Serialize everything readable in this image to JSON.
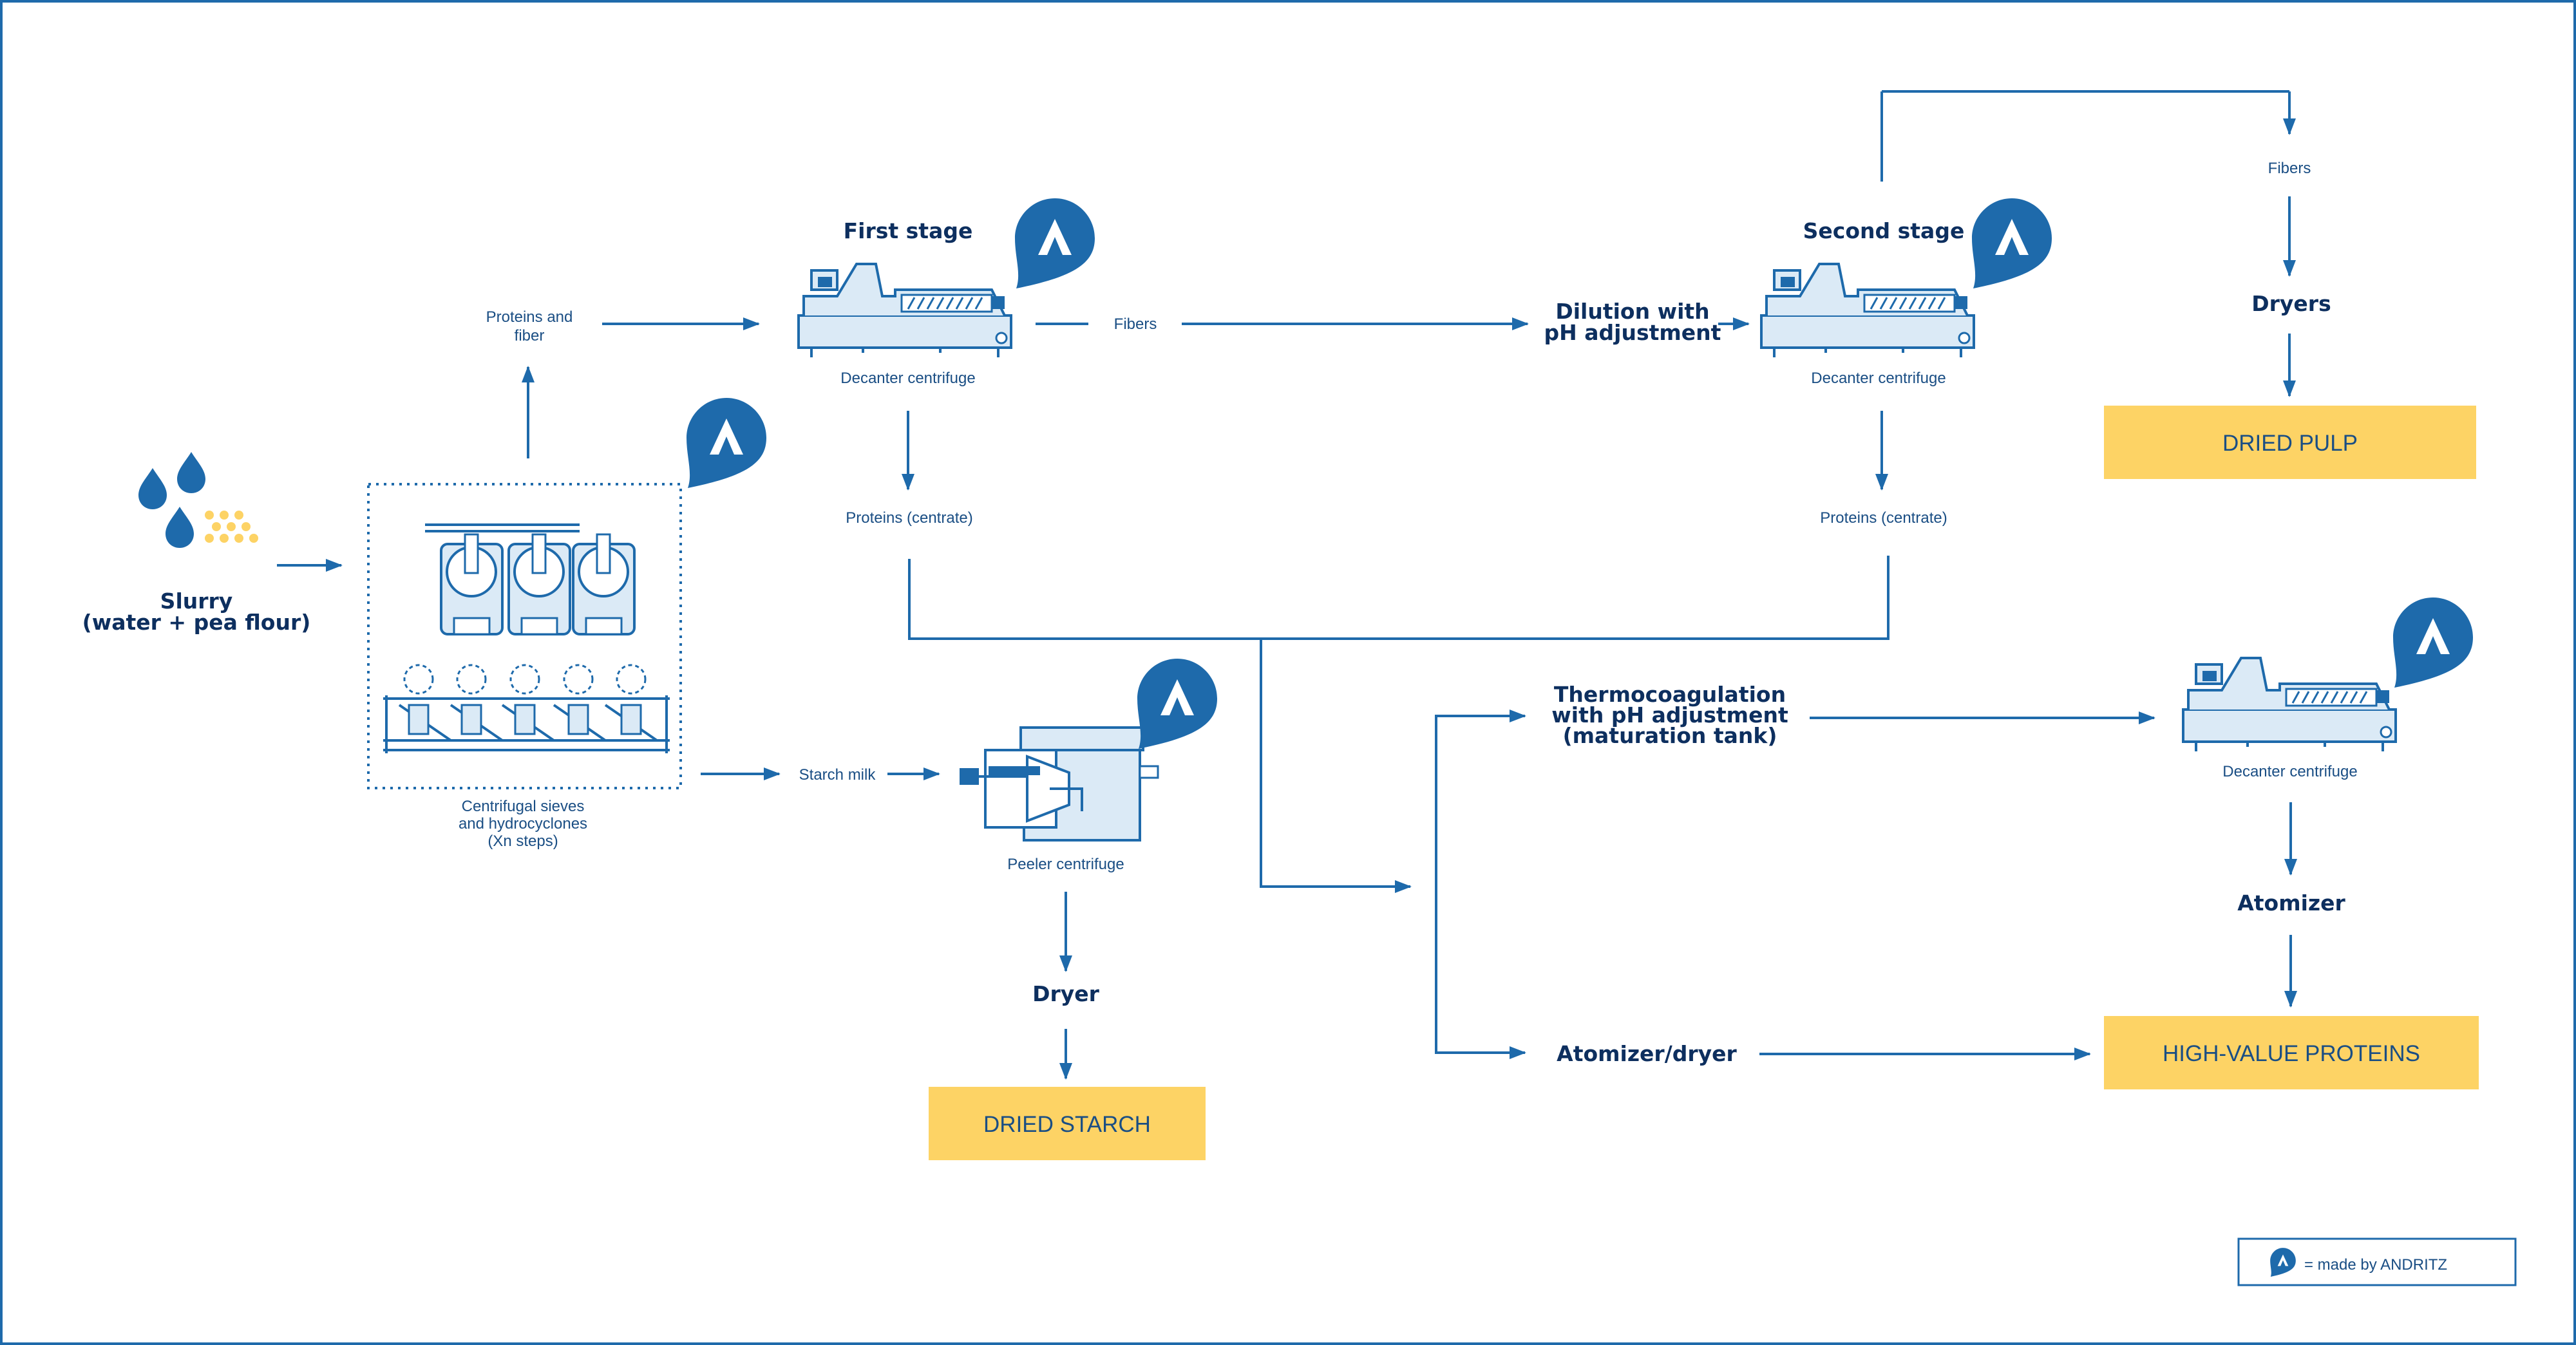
{
  "colors": {
    "line": "#1e6aab",
    "text": "#0d2f5f",
    "label": "#1a4e84",
    "product_box": "#fdd365",
    "equipment_fill": "#dbeaf6",
    "frame": "#1e6aab"
  },
  "icons": {
    "andritz": "andritz-pin-icon"
  },
  "input": {
    "label_line1": "Slurry",
    "label_line2": "(water + pea flour)"
  },
  "sieves": {
    "label_line1": "Centrifugal sieves",
    "label_line2": "and hydrocyclones",
    "label_line3": "(Xn steps)"
  },
  "flows": {
    "proteins_fiber_line1": "Proteins and",
    "proteins_fiber_line2": "fiber",
    "fibers_1": "Fibers",
    "starch_milk": "Starch milk",
    "proteins_centrate_1": "Proteins (centrate)",
    "proteins_centrate_2": "Proteins (centrate)",
    "fibers_2": "Fibers"
  },
  "first_stage": {
    "title": "First stage",
    "equipment": "Decanter centrifuge"
  },
  "second_stage": {
    "title": "Second stage",
    "equipment": "Decanter centrifuge"
  },
  "dilution": {
    "line1": "Dilution with",
    "line2": "pH adjustment"
  },
  "peeler": {
    "equipment": "Peeler centrifuge",
    "step": "Dryer",
    "product": "DRIED STARCH"
  },
  "pulp": {
    "step": "Dryers",
    "product": "DRIED PULP"
  },
  "thermo": {
    "line1": "Thermocoagulation",
    "line2": "with pH adjustment",
    "line3": "(maturation tank)"
  },
  "third_decanter": {
    "equipment": "Decanter centrifuge",
    "step": "Atomizer"
  },
  "atomizer_dryer": {
    "label": "Atomizer/dryer"
  },
  "proteins": {
    "product": "HIGH-VALUE PROTEINS"
  },
  "legend": {
    "text": "= made by ANDRITZ"
  }
}
